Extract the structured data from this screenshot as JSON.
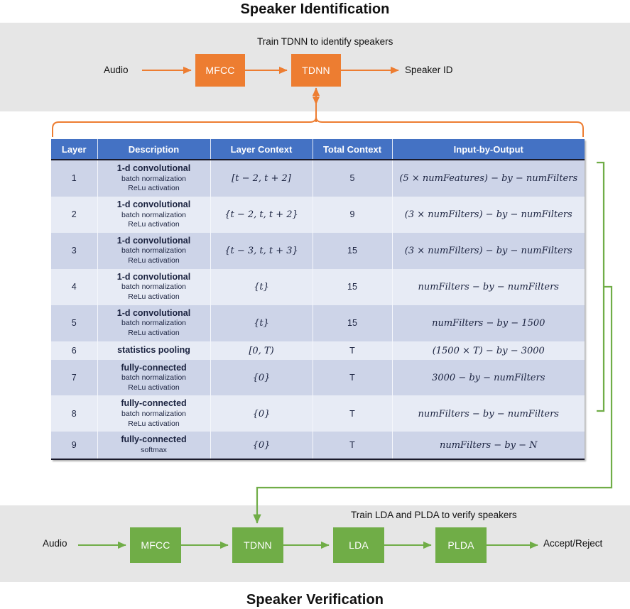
{
  "colors": {
    "orange": "#ED7D31",
    "green": "#70AD47",
    "header_blue": "#4472C4",
    "row_odd": "#CDD4E8",
    "row_even": "#E7EBF5",
    "band_grey": "#E6E6E6"
  },
  "top_section": {
    "title": "Speaker Identification",
    "caption": "Train TDNN to identify speakers",
    "input_label": "Audio",
    "output_label": "Speaker ID",
    "boxes": [
      {
        "label": "MFCC"
      },
      {
        "label": "TDNN"
      }
    ]
  },
  "bottom_section": {
    "title": "Speaker Verification",
    "caption": "Train LDA and PLDA to verify speakers",
    "input_label": "Audio",
    "output_label": "Accept/Reject",
    "boxes": [
      {
        "label": "MFCC"
      },
      {
        "label": "TDNN"
      },
      {
        "label": "LDA"
      },
      {
        "label": "PLDA"
      }
    ]
  },
  "table": {
    "headers": [
      "Layer",
      "Description",
      "Layer Context",
      "Total Context",
      "Input-by-Output"
    ],
    "rows": [
      {
        "layer": "1",
        "desc_main": "1-d convolutional",
        "desc_sub1": "batch normalization",
        "desc_sub2": "ReLu activation",
        "layer_context": "[t − 2, t + 2]",
        "total_context": "5",
        "input_by_output": "(5 × numFeatures) − by − numFilters"
      },
      {
        "layer": "2",
        "desc_main": "1-d convolutional",
        "desc_sub1": "batch normalization",
        "desc_sub2": "ReLu activation",
        "layer_context": "{t − 2, t, t + 2}",
        "total_context": "9",
        "input_by_output": "(3 × numFilters) − by − numFilters"
      },
      {
        "layer": "3",
        "desc_main": "1-d convolutional",
        "desc_sub1": "batch normalization",
        "desc_sub2": "ReLu activation",
        "layer_context": "{t − 3, t, t + 3}",
        "total_context": "15",
        "input_by_output": "(3 × numFilters) − by − numFilters"
      },
      {
        "layer": "4",
        "desc_main": "1-d convolutional",
        "desc_sub1": "batch normalization",
        "desc_sub2": "ReLu activation",
        "layer_context": "{t}",
        "total_context": "15",
        "input_by_output": "numFilters − by − numFilters"
      },
      {
        "layer": "5",
        "desc_main": "1-d convolutional",
        "desc_sub1": "batch normalization",
        "desc_sub2": "ReLu activation",
        "layer_context": "{t}",
        "total_context": "15",
        "input_by_output": "numFilters − by − 1500"
      },
      {
        "layer": "6",
        "desc_main": "statistics  pooling",
        "desc_sub1": "",
        "desc_sub2": "",
        "layer_context": "[0, T)",
        "total_context": "T",
        "input_by_output": "(1500 × T) − by − 3000"
      },
      {
        "layer": "7",
        "desc_main": "fully-connected",
        "desc_sub1": "batch normalization",
        "desc_sub2": "ReLu activation",
        "layer_context": "{0}",
        "total_context": "T",
        "input_by_output": "3000 − by − numFilters"
      },
      {
        "layer": "8",
        "desc_main": "fully-connected",
        "desc_sub1": "batch normalization",
        "desc_sub2": "ReLu activation",
        "layer_context": "{0}",
        "total_context": "T",
        "input_by_output": "numFilters − by − numFilters"
      },
      {
        "layer": "9",
        "desc_main": "fully-connected",
        "desc_sub1": "softmax",
        "desc_sub2": "",
        "layer_context": "{0}",
        "total_context": "T",
        "input_by_output": "numFilters − by − N"
      }
    ]
  }
}
